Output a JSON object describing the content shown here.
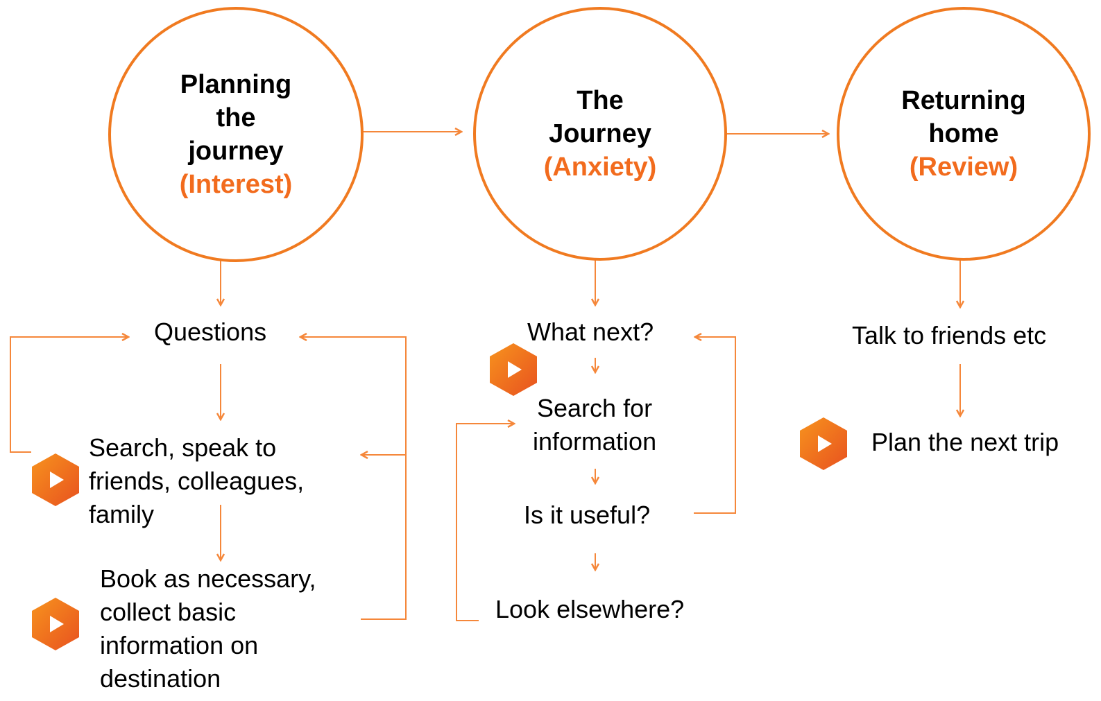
{
  "stages": [
    {
      "title": "Planning\nthe\njourney",
      "emotion": "(Interest)"
    },
    {
      "title": "The\nJourney",
      "emotion": "(Anxiety)"
    },
    {
      "title": "Returning\nhome",
      "emotion": "(Review)"
    }
  ],
  "planning_steps": {
    "questions": "Questions",
    "search": "Search, speak to\nfriends, colleagues,\nfamily",
    "book": "Book as necessary,\ncollect basic\ninformation on\ndestination"
  },
  "journey_steps": {
    "what_next": "What next?",
    "search_info": "Search for\ninformation",
    "useful": "Is it useful?",
    "elsewhere": "Look elsewhere?"
  },
  "returning_steps": {
    "talk": "Talk to friends etc",
    "plan_next": "Plan the next trip"
  },
  "colors": {
    "accent": "#f07a20",
    "emotion": "#f26b1d",
    "line": "#f5873a"
  },
  "icon": "play-hexagon-icon"
}
